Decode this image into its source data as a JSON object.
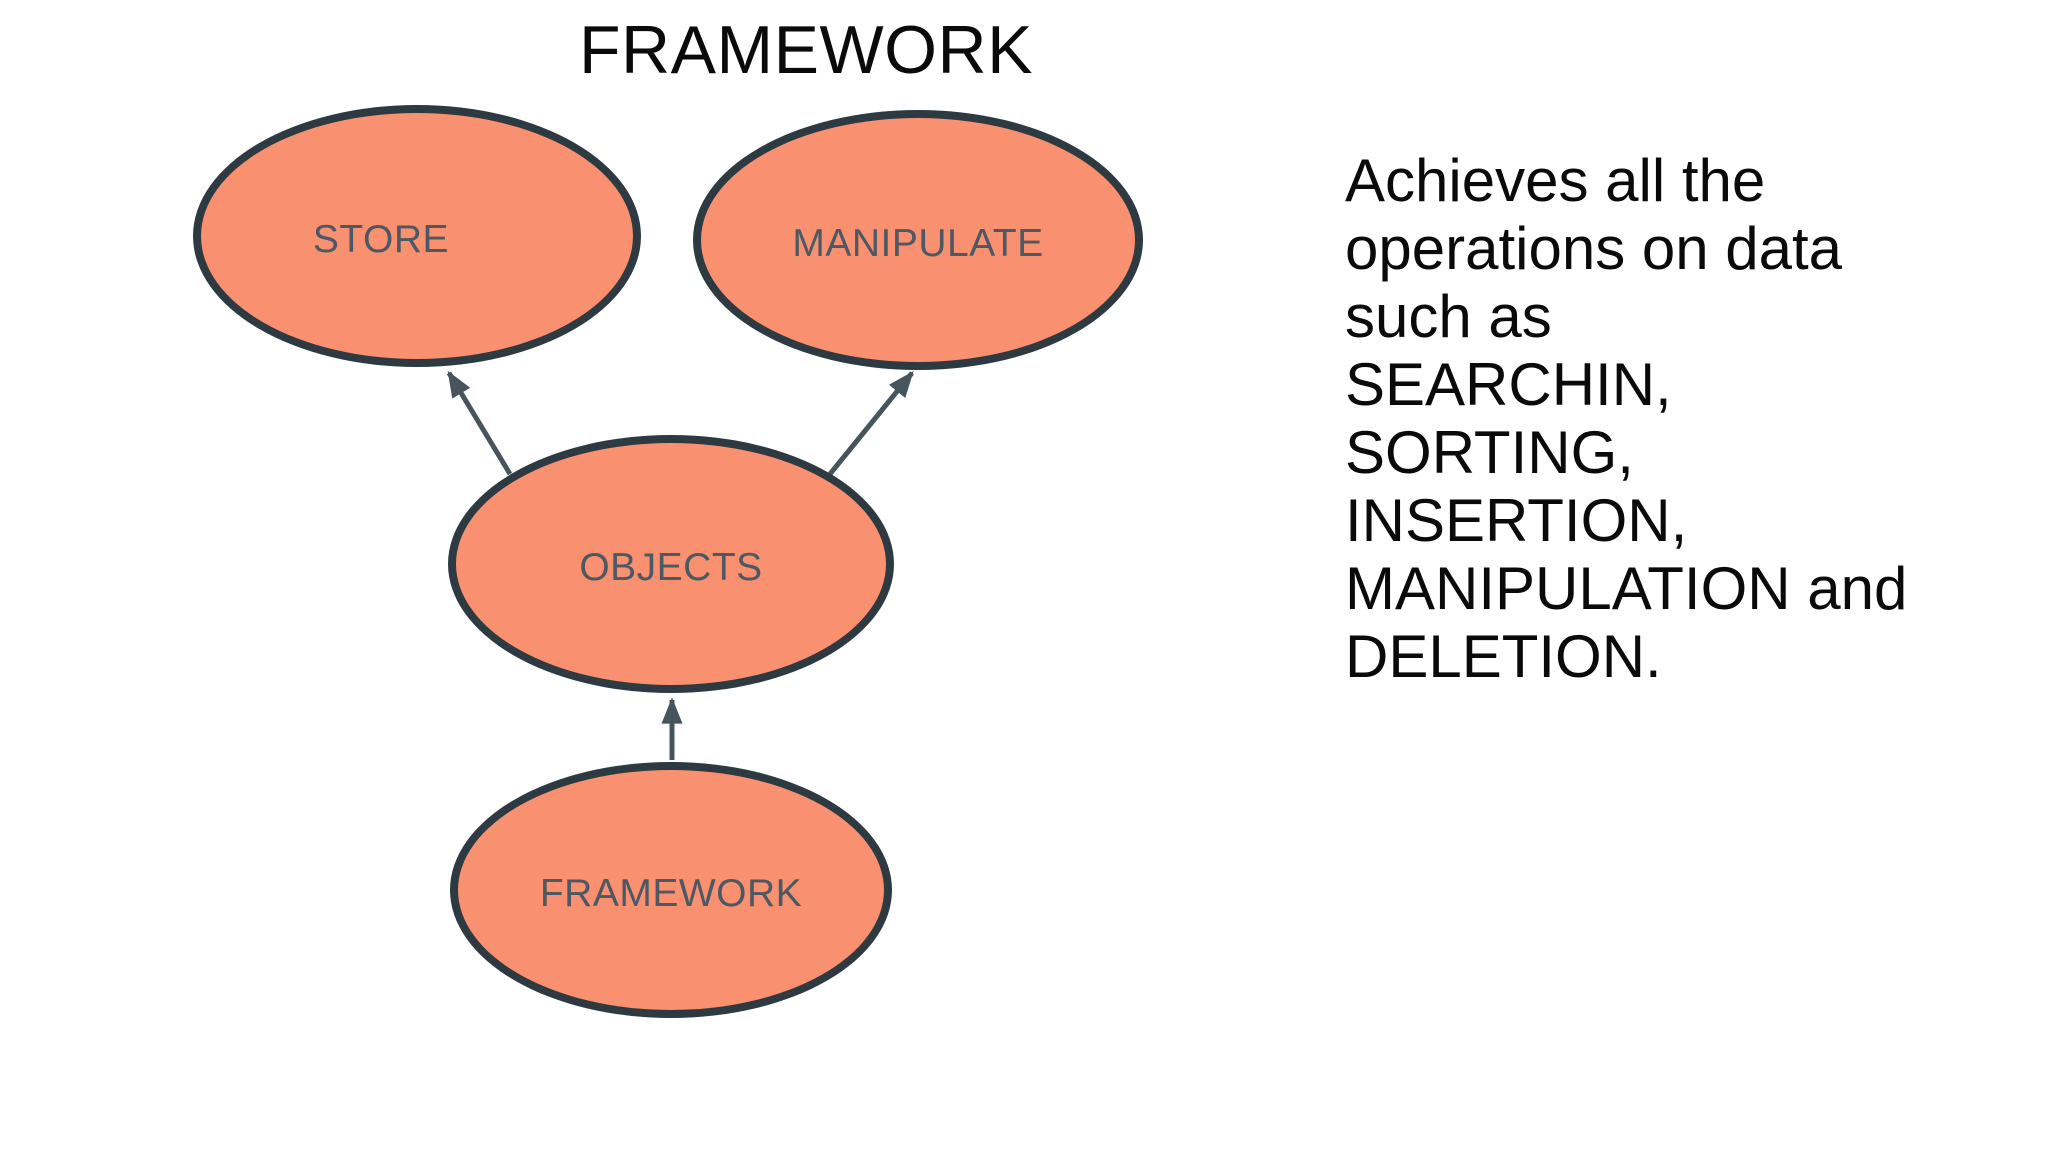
{
  "slide": {
    "title": "FRAMEWORK",
    "background_color": "#ffffff"
  },
  "diagram": {
    "nodes": [
      {
        "id": "store",
        "label": "STORE"
      },
      {
        "id": "manipulate",
        "label": "MANIPULATE"
      },
      {
        "id": "objects",
        "label": "OBJECTS"
      },
      {
        "id": "framework",
        "label": "FRAMEWORK"
      }
    ],
    "edges": [
      {
        "from": "objects",
        "to": "store",
        "style": "arrow"
      },
      {
        "from": "objects",
        "to": "manipulate",
        "style": "arrow"
      },
      {
        "from": "framework",
        "to": "objects",
        "style": "arrow"
      }
    ],
    "colors": {
      "node_fill": "#f9906f",
      "node_stroke": "#2e3a42",
      "node_label": "#4c5964",
      "arrow": "#46545e"
    }
  },
  "side_text": {
    "description": "Achieves all the\noperations on data\nsuch as\nSEARCHIN,\nSORTING,\nINSERTION,\nMANIPULATION and\nDELETION."
  }
}
